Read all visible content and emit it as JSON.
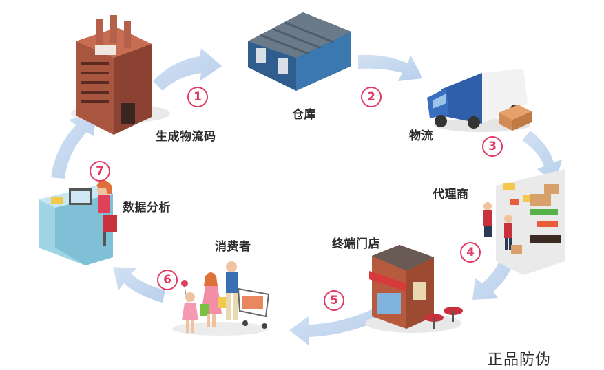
{
  "steps": [
    {
      "num": "1",
      "label": "生成物流码",
      "icon": "factory-icon"
    },
    {
      "num": "2",
      "label": "仓库",
      "icon": "warehouse-icon"
    },
    {
      "num": "3",
      "label": "物流",
      "icon": "delivery-van-icon"
    },
    {
      "num": "4",
      "label": "代理商",
      "icon": "agent-store-shelves-icon"
    },
    {
      "num": "5",
      "label": "终端门店",
      "icon": "retail-shop-icon"
    },
    {
      "num": "6",
      "label": "消费者",
      "icon": "consumer-family-icon"
    },
    {
      "num": "7",
      "label": "数据分析",
      "icon": "data-analyst-desk-icon"
    }
  ],
  "footer": "正品防伪",
  "colors": {
    "arrow": "#bdd3ee",
    "badge": "#e23a63",
    "text": "#2b2b2b"
  }
}
